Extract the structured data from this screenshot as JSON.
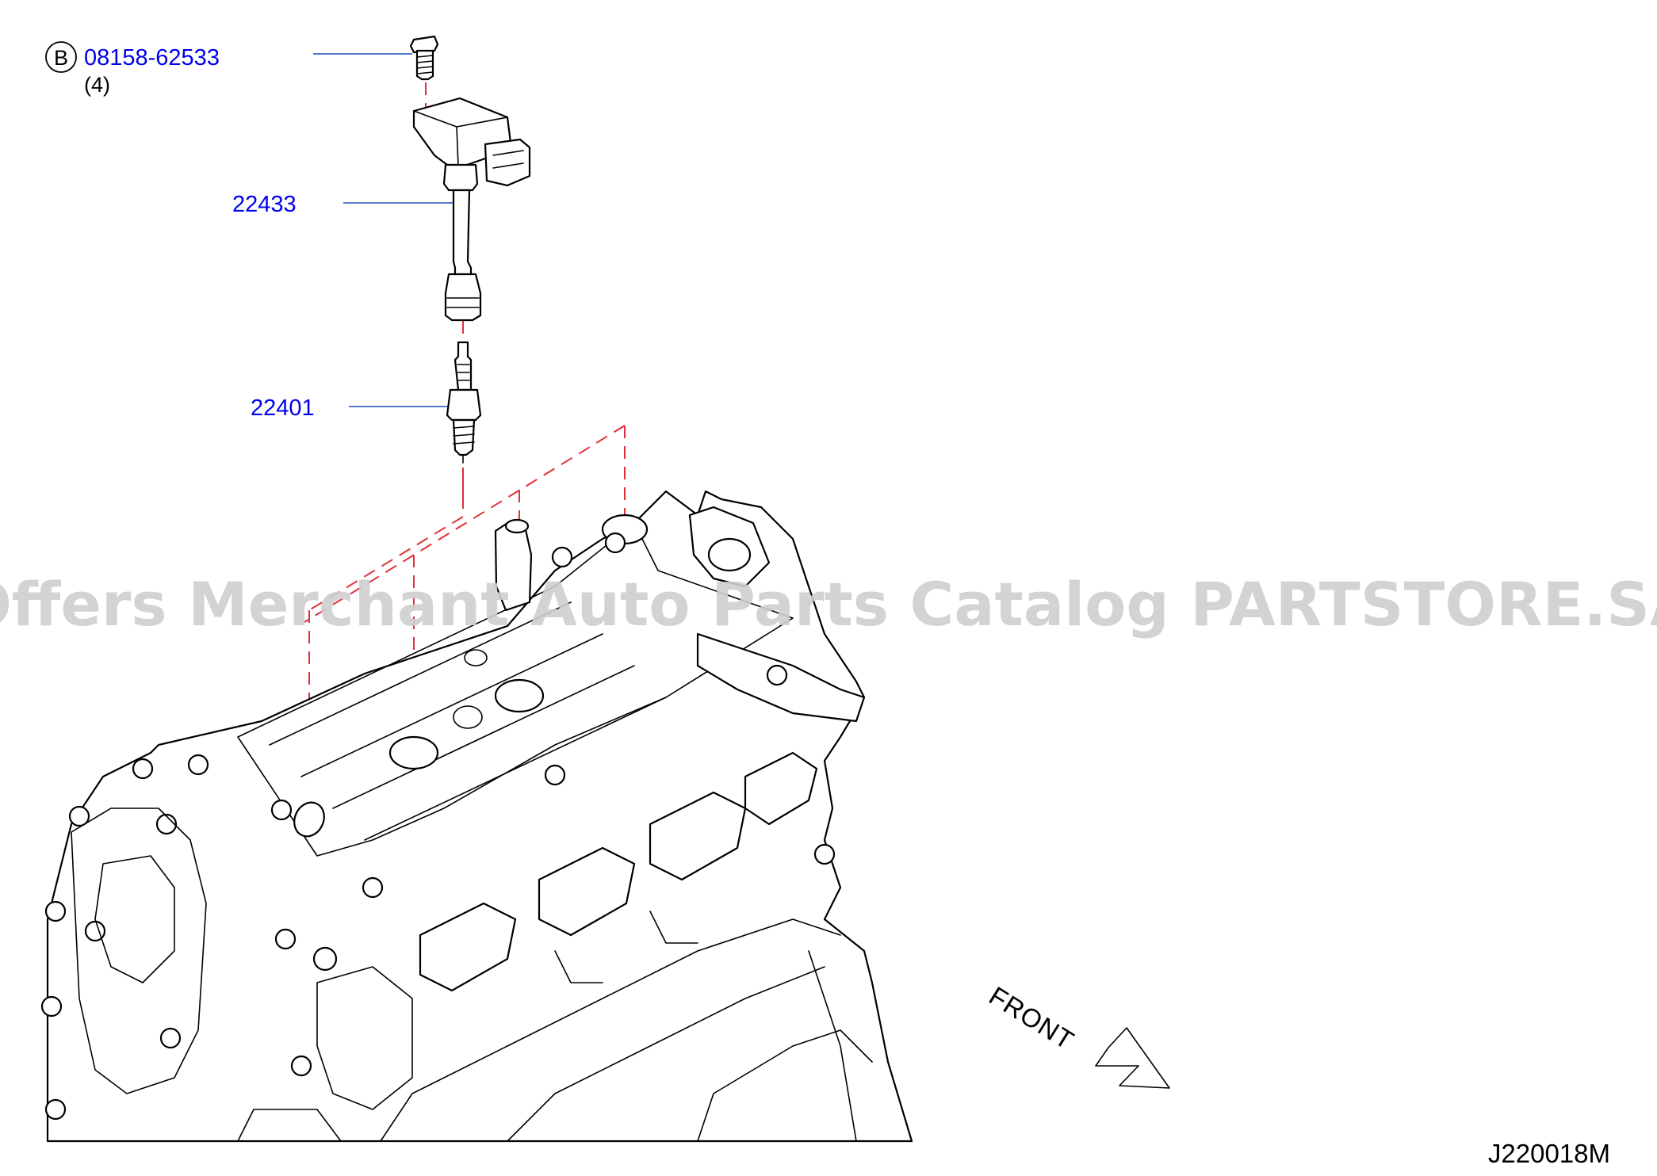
{
  "callouts": {
    "bolt": {
      "marker": "B",
      "part_number": "08158-62533",
      "quantity": "(4)"
    },
    "ignition_coil": {
      "part_number": "22433"
    },
    "spark_plug": {
      "part_number": "22401"
    }
  },
  "watermark": "Offers Merchant Auto Parts Catalog PARTSTORE.SA",
  "front_label": "FRONT",
  "diagram_code": "J220018M",
  "colors": {
    "link": "#0000ee",
    "callout_line": "#1a4fbf",
    "guide_line": "#e0303a",
    "watermark": "#cfcfcf"
  }
}
